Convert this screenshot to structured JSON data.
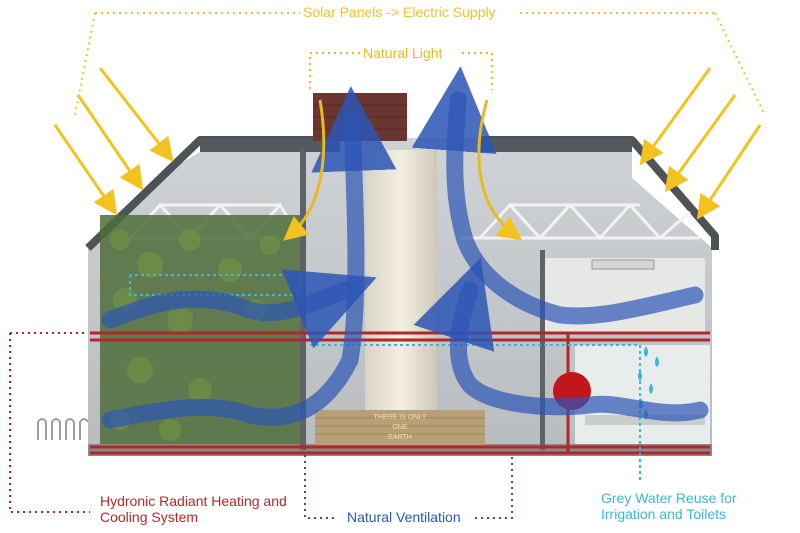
{
  "labels": {
    "solar": "Solar Panels -> Electric Supply",
    "light": "Natural Light",
    "heating": "Hydronic Radiant Heating and Cooling System",
    "ventilation": "Natural Ventilation",
    "water": "Grey Water Reuse for Irrigation and Toilets"
  },
  "signage": {
    "line1": "THERE IS ONLY",
    "line2": "ONE",
    "line3": "EARTH"
  },
  "colors": {
    "solar": "#f2c12e",
    "light": "#e8b923",
    "heating": "#b0282a",
    "ventilation": "#2b55b5",
    "water": "#3bb6d4",
    "roof": "#5a5f66",
    "chimney": "#6b3530"
  }
}
